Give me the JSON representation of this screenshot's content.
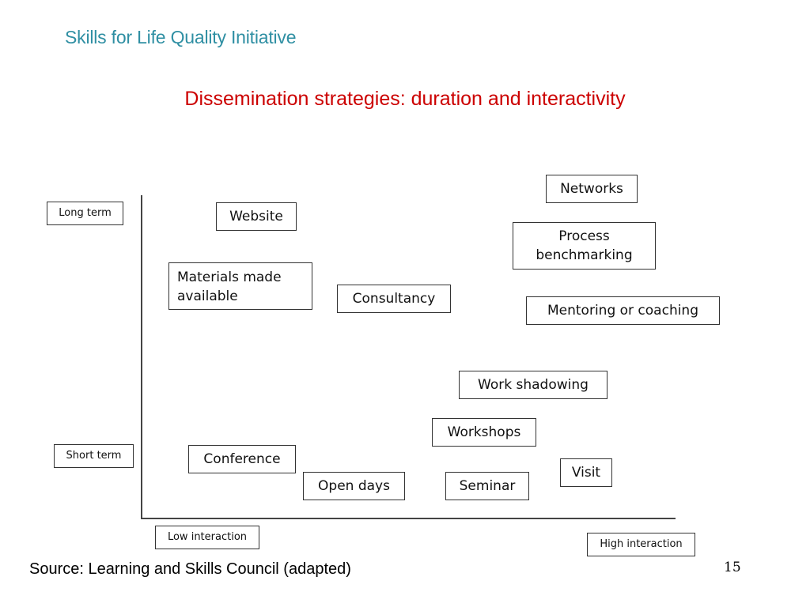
{
  "header": {
    "brand": "Skills for Life Quality Initiative",
    "title": "Dissemination strategies: duration and interactivity"
  },
  "axes": {
    "y_top_label": "Long term",
    "y_bottom_label": "Short term",
    "x_left_label": "Low interaction",
    "x_right_label": "High interaction"
  },
  "strategies": {
    "networks": "Networks",
    "website": "Website",
    "process_benchmarking": "Process benchmarking",
    "materials_made_available": "Materials made available",
    "consultancy": "Consultancy",
    "mentoring_or_coaching": "Mentoring or coaching",
    "work_shadowing": "Work shadowing",
    "workshops": "Workshops",
    "conference": "Conference",
    "visit": "Visit",
    "open_days": "Open days",
    "seminar": "Seminar"
  },
  "footer": {
    "source": "Source: Learning and Skills Council (adapted)",
    "page_number": "15"
  },
  "colors": {
    "brand": "#2f8fa3",
    "title": "#cc0000",
    "border": "#333333"
  }
}
